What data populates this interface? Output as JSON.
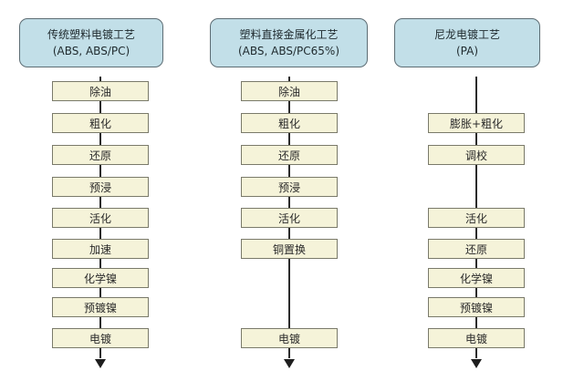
{
  "columns": [
    {
      "title": "传统塑料电镀工艺",
      "subtitle": "(ABS, ABS/PC)",
      "steps": [
        "除油",
        "粗化",
        "还原",
        "预浸",
        "活化",
        "加速",
        "化学镍",
        "预镀镍",
        "电镀"
      ]
    },
    {
      "title": "塑料直接金属化工艺",
      "subtitle": "(ABS, ABS/PC65%)",
      "steps": [
        "除油",
        "粗化",
        "还原",
        "预浸",
        "活化",
        "铜置换",
        "电镀"
      ]
    },
    {
      "title": "尼龙电镀工艺",
      "subtitle": "(PA)",
      "steps": [
        "膨胀+粗化",
        "调校",
        "活化",
        "还原",
        "化学镍",
        "预镀镍",
        "电镀"
      ]
    }
  ],
  "colors": {
    "header_bg": "#c2dfe8",
    "step_bg": "#f5f3d9",
    "line": "#2b2b2b"
  }
}
